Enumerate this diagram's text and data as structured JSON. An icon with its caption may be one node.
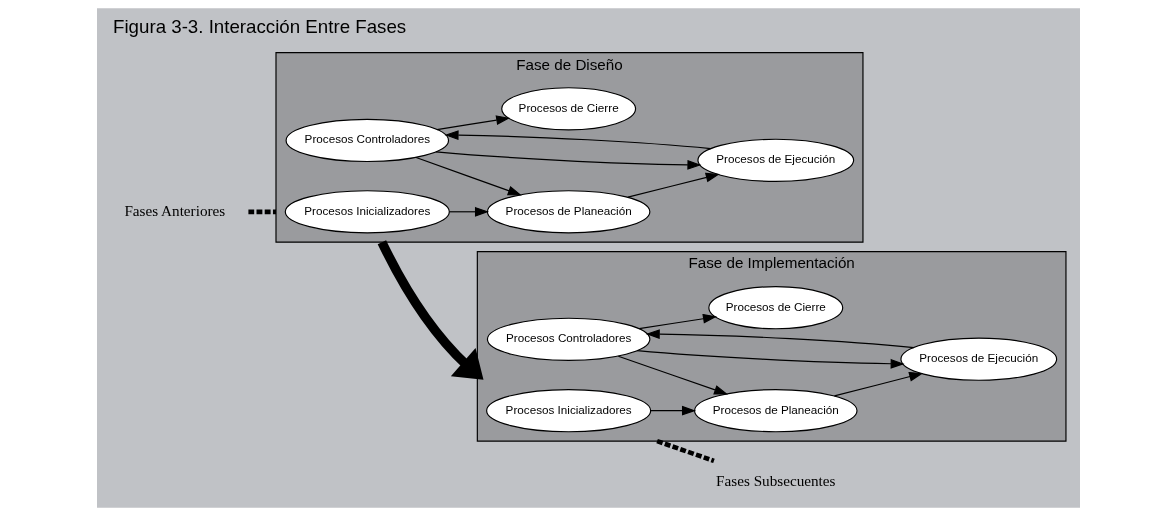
{
  "diagram": {
    "title": "Figura 3-3. Interacción Entre Fases",
    "nodes": [
      {
        "text": [
          "Fases Anteriores"
        ]
      },
      {
        "text": [
          "Fase de Diseño"
        ]
      },
      {
        "text": [
          "Procesos Inicializadores"
        ],
        "in": 1
      },
      {
        "text": [
          "Procesos de Planeación"
        ],
        "in": 1
      },
      {
        "text": [
          "Procesos Controladores"
        ],
        "in": 1
      },
      {
        "text": [
          "Procesos de Ejecución"
        ],
        "in": 1
      },
      {
        "text": [
          "Procesos de Cierre"
        ],
        "in": 1
      },
      {
        "text": [
          "Fase de Implementación"
        ]
      },
      {
        "text": [
          "Procesos Inicializadores"
        ],
        "in": 7
      },
      {
        "text": [
          "Procesos de Planeación"
        ],
        "in": 7
      },
      {
        "text": [
          "Procesos Controladores"
        ],
        "in": 7
      },
      {
        "text": [
          "Procesos de Ejecución"
        ],
        "in": 7
      },
      {
        "text": [
          "Procesos de Cierre"
        ],
        "in": 7
      },
      {
        "text": [
          "Fases Subsecuentes"
        ]
      }
    ],
    "edges": [
      {
        "from": 0,
        "to": 1,
        "arrow": "none",
        "style": "dashed"
      },
      {
        "from": 2,
        "to": 3,
        "arrow": "to"
      },
      {
        "from": 3,
        "to": 5,
        "arrow": "to"
      },
      {
        "from": 5,
        "to": 4,
        "arrow": "to"
      },
      {
        "from": 4,
        "to": 5,
        "arrow": "to"
      },
      {
        "from": 4,
        "to": 3,
        "arrow": "to"
      },
      {
        "from": 4,
        "to": 6,
        "arrow": "to"
      },
      {
        "from": 1,
        "to": 7,
        "arrow": "to",
        "style": "thick"
      },
      {
        "from": 8,
        "to": 9,
        "arrow": "to"
      },
      {
        "from": 9,
        "to": 11,
        "arrow": "to"
      },
      {
        "from": 11,
        "to": 10,
        "arrow": "to"
      },
      {
        "from": 10,
        "to": 11,
        "arrow": "to"
      },
      {
        "from": 10,
        "to": 9,
        "arrow": "to"
      },
      {
        "from": 10,
        "to": 12,
        "arrow": "to"
      },
      {
        "from": 7,
        "to": 13,
        "arrow": "none",
        "style": "dashed"
      }
    ]
  }
}
